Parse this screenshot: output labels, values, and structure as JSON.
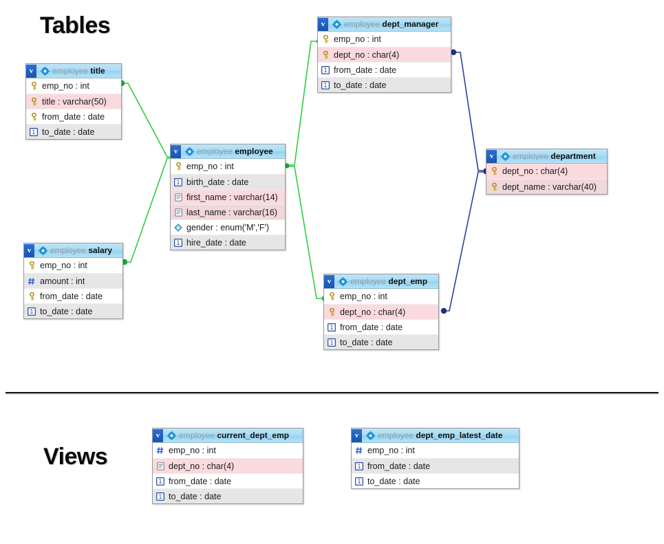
{
  "sections": {
    "tables_label": "Tables",
    "views_label": "Views"
  },
  "colors": {
    "header_blue": "#a9dcf4",
    "badge_blue": "#1b54ad",
    "pk_row_pink": "#fadadf",
    "alt_row_gray": "#e6e6e6",
    "link_green": "#2ecc40",
    "link_blue": "#2b3f9e",
    "schema_text": "#8d9ba2"
  },
  "schema_name": "employee",
  "tables": [
    {
      "id": "title",
      "name": "title",
      "schema": "employee",
      "badge": "v",
      "icon": "gear-icon",
      "columns": [
        {
          "icon": "key-icon",
          "label": "emp_no : int",
          "shade": "w"
        },
        {
          "icon": "key-icon",
          "label": "title : varchar(50)",
          "shade": "p"
        },
        {
          "icon": "key-icon",
          "label": "from_date : date",
          "shade": "w"
        },
        {
          "icon": "date-icon",
          "label": "to_date : date",
          "shade": "g"
        }
      ]
    },
    {
      "id": "salary",
      "name": "salary",
      "schema": "employee",
      "badge": "v",
      "icon": "gear-icon",
      "columns": [
        {
          "icon": "key-icon",
          "label": "emp_no : int",
          "shade": "w"
        },
        {
          "icon": "number-icon",
          "label": "amount : int",
          "shade": "g"
        },
        {
          "icon": "key-icon",
          "label": "from_date : date",
          "shade": "w"
        },
        {
          "icon": "date-icon",
          "label": "to_date : date",
          "shade": "g"
        }
      ]
    },
    {
      "id": "employee",
      "name": "employee",
      "schema": "employee",
      "badge": "v",
      "icon": "gear-icon",
      "columns": [
        {
          "icon": "key-icon",
          "label": "emp_no : int",
          "shade": "w"
        },
        {
          "icon": "date-icon",
          "label": "birth_date : date",
          "shade": "g"
        },
        {
          "icon": "text-icon",
          "label": "first_name : varchar(14)",
          "shade": "p"
        },
        {
          "icon": "text-icon",
          "label": "last_name : varchar(16)",
          "shade": "pg"
        },
        {
          "icon": "enum-icon",
          "label": "gender : enum('M','F')",
          "shade": "w"
        },
        {
          "icon": "date-icon",
          "label": "hire_date : date",
          "shade": "g"
        }
      ]
    },
    {
      "id": "dept_manager",
      "name": "dept_manager",
      "schema": "employee",
      "badge": "v",
      "icon": "gear-icon",
      "columns": [
        {
          "icon": "key-icon",
          "label": "emp_no : int",
          "shade": "w"
        },
        {
          "icon": "key-icon",
          "label": "dept_no : char(4)",
          "shade": "p"
        },
        {
          "icon": "date-icon",
          "label": "from_date : date",
          "shade": "w"
        },
        {
          "icon": "date-icon",
          "label": "to_date : date",
          "shade": "g"
        }
      ]
    },
    {
      "id": "dept_emp",
      "name": "dept_emp",
      "schema": "employee",
      "badge": "v",
      "icon": "gear-icon",
      "columns": [
        {
          "icon": "key-icon",
          "label": "emp_no : int",
          "shade": "w"
        },
        {
          "icon": "key-icon",
          "label": "dept_no : char(4)",
          "shade": "p"
        },
        {
          "icon": "date-icon",
          "label": "from_date : date",
          "shade": "w"
        },
        {
          "icon": "date-icon",
          "label": "to_date : date",
          "shade": "g"
        }
      ]
    },
    {
      "id": "department",
      "name": "department",
      "schema": "employee",
      "badge": "v",
      "icon": "gear-icon",
      "columns": [
        {
          "icon": "key-icon",
          "label": "dept_no : char(4)",
          "shade": "p"
        },
        {
          "icon": "key-icon",
          "label": "dept_name : varchar(40)",
          "shade": "pg"
        }
      ]
    }
  ],
  "views": [
    {
      "id": "current_dept_emp",
      "name": "current_dept_emp",
      "schema": "employee",
      "badge": "v",
      "icon": "gear-icon",
      "columns": [
        {
          "icon": "number-icon",
          "label": "emp_no : int",
          "shade": "w"
        },
        {
          "icon": "text-icon",
          "label": "dept_no : char(4)",
          "shade": "p"
        },
        {
          "icon": "date-icon",
          "label": "from_date : date",
          "shade": "w"
        },
        {
          "icon": "date-icon",
          "label": "to_date : date",
          "shade": "g"
        }
      ]
    },
    {
      "id": "dept_emp_latest_date",
      "name": "dept_emp_latest_date",
      "schema": "employee",
      "badge": "v",
      "icon": "gear-icon",
      "columns": [
        {
          "icon": "number-icon",
          "label": "emp_no : int",
          "shade": "w"
        },
        {
          "icon": "date-icon",
          "label": "from_date : date",
          "shade": "g"
        },
        {
          "icon": "date-icon",
          "label": "to_date : date",
          "shade": "w"
        }
      ]
    }
  ],
  "relationships": [
    {
      "from": "title",
      "to": "employee",
      "color": "green"
    },
    {
      "from": "salary",
      "to": "employee",
      "color": "green"
    },
    {
      "from": "employee",
      "to": "dept_manager",
      "color": "green"
    },
    {
      "from": "employee",
      "to": "dept_emp",
      "color": "green"
    },
    {
      "from": "dept_manager",
      "to": "department",
      "color": "blue"
    },
    {
      "from": "dept_emp",
      "to": "department",
      "color": "blue"
    }
  ]
}
